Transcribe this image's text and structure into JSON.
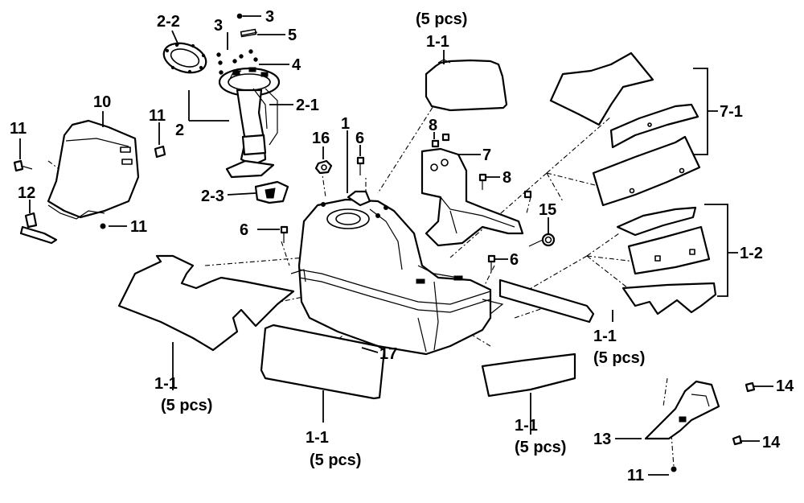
{
  "labels": {
    "l_2_2": "2-2",
    "l_3a": "3",
    "l_3b": "3",
    "l_5": "5",
    "l_4": "4",
    "l_2_1": "2-1",
    "l_2": "2",
    "l_2_3": "2-3",
    "l_10": "10",
    "l_11a": "11",
    "l_11b": "11",
    "l_11c": "11",
    "l_11d": "11",
    "l_12": "12",
    "l_16": "16",
    "l_1": "1",
    "l_6a": "6",
    "l_6b": "6",
    "l_6c": "6",
    "l_8a": "8",
    "l_8b": "8",
    "l_7": "7",
    "l_15": "15",
    "l_17": "17",
    "l_7_1": "7-1",
    "l_1_2": "1-2",
    "l_1_1_top": "1-1",
    "l_pcs_top": "(5 pcs)",
    "l_1_1_left": "1-1",
    "l_pcs_left": "(5 pcs)",
    "l_1_1_mid": "1-1",
    "l_pcs_mid": "(5 pcs)",
    "l_1_1_cr": "1-1",
    "l_pcs_cr": "(5 pcs)",
    "l_1_1_right": "1-1",
    "l_pcs_right": "(5 pcs)",
    "l_13": "13",
    "l_14a": "14",
    "l_14b": "14"
  }
}
